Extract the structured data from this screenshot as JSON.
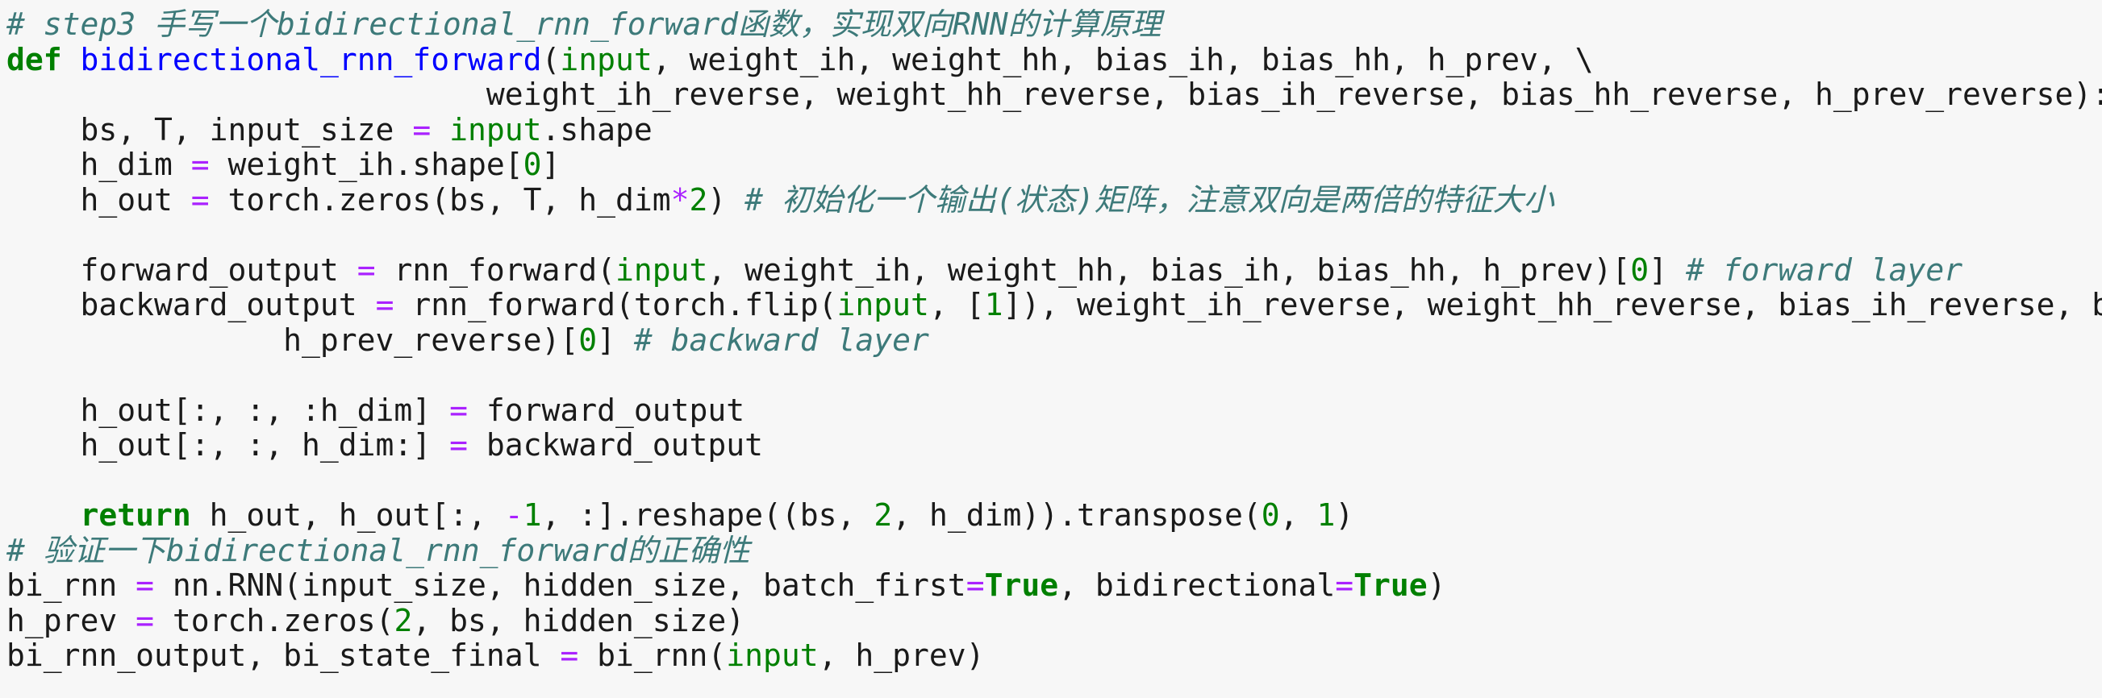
{
  "colors": {
    "background": "#f7f7f7",
    "text": "#1a1a1a",
    "keyword": "#008000",
    "function_name": "#0000ff",
    "comment": "#3d7a7a",
    "number": "#008000",
    "operator": "#aa22ff"
  },
  "lines": [
    [
      {
        "t": "# step3 手写一个bidirectional_rnn_forward函数，实现双向RNN的计算原理",
        "c": "cm"
      }
    ],
    [
      {
        "t": "def",
        "c": "kw"
      },
      {
        "t": " "
      },
      {
        "t": "bidirectional_rnn_forward",
        "c": "def"
      },
      {
        "t": "("
      },
      {
        "t": "input",
        "c": "builtin"
      },
      {
        "t": ", weight_ih, weight_hh, bias_ih, bias_hh, h_prev, \\"
      }
    ],
    [
      {
        "t": "                          weight_ih_reverse, weight_hh_reverse, bias_ih_reverse, bias_hh_reverse, h_prev_reverse):"
      }
    ],
    [
      {
        "t": "    bs, T, input_size "
      },
      {
        "t": "=",
        "c": "op"
      },
      {
        "t": " "
      },
      {
        "t": "input",
        "c": "builtin"
      },
      {
        "t": ".shape"
      }
    ],
    [
      {
        "t": "    h_dim "
      },
      {
        "t": "=",
        "c": "op"
      },
      {
        "t": " weight_ih.shape["
      },
      {
        "t": "0",
        "c": "num"
      },
      {
        "t": "]"
      }
    ],
    [
      {
        "t": "    h_out "
      },
      {
        "t": "=",
        "c": "op"
      },
      {
        "t": " torch.zeros(bs, T, h_dim"
      },
      {
        "t": "*",
        "c": "op"
      },
      {
        "t": "2",
        "c": "num"
      },
      {
        "t": ") "
      },
      {
        "t": "# 初始化一个输出(状态)矩阵，注意双向是两倍的特征大小",
        "c": "cm"
      }
    ],
    [
      {
        "t": ""
      }
    ],
    [
      {
        "t": "    forward_output "
      },
      {
        "t": "=",
        "c": "op"
      },
      {
        "t": " rnn_forward("
      },
      {
        "t": "input",
        "c": "builtin"
      },
      {
        "t": ", weight_ih, weight_hh, bias_ih, bias_hh, h_prev)["
      },
      {
        "t": "0",
        "c": "num"
      },
      {
        "t": "] "
      },
      {
        "t": "# forward layer",
        "c": "cm"
      }
    ],
    [
      {
        "t": "    backward_output "
      },
      {
        "t": "=",
        "c": "op"
      },
      {
        "t": " rnn_forward(torch.flip("
      },
      {
        "t": "input",
        "c": "builtin"
      },
      {
        "t": ", ["
      },
      {
        "t": "1",
        "c": "num"
      },
      {
        "t": "]), weight_ih_reverse, weight_hh_reverse, bias_ih_reverse, bias_h"
      }
    ],
    [
      {
        "t": "               h_prev_reverse)["
      },
      {
        "t": "0",
        "c": "num"
      },
      {
        "t": "] "
      },
      {
        "t": "# backward layer",
        "c": "cm"
      }
    ],
    [
      {
        "t": ""
      }
    ],
    [
      {
        "t": "    h_out[:, :, :h_dim] "
      },
      {
        "t": "=",
        "c": "op"
      },
      {
        "t": " forward_output"
      }
    ],
    [
      {
        "t": "    h_out[:, :, h_dim:] "
      },
      {
        "t": "=",
        "c": "op"
      },
      {
        "t": " backward_output"
      }
    ],
    [
      {
        "t": ""
      }
    ],
    [
      {
        "t": "    "
      },
      {
        "t": "return",
        "c": "kw"
      },
      {
        "t": " h_out, h_out[:, "
      },
      {
        "t": "-",
        "c": "op"
      },
      {
        "t": "1",
        "c": "num"
      },
      {
        "t": ", :].reshape((bs, "
      },
      {
        "t": "2",
        "c": "num"
      },
      {
        "t": ", h_dim)).transpose("
      },
      {
        "t": "0",
        "c": "num"
      },
      {
        "t": ", "
      },
      {
        "t": "1",
        "c": "num"
      },
      {
        "t": ")"
      }
    ],
    [
      {
        "t": "# 验证一下bidirectional_rnn_forward的正确性",
        "c": "cm"
      }
    ],
    [
      {
        "t": "bi_rnn "
      },
      {
        "t": "=",
        "c": "op"
      },
      {
        "t": " nn.RNN(input_size, hidden_size, batch_first"
      },
      {
        "t": "=",
        "c": "op"
      },
      {
        "t": "True",
        "c": "bool"
      },
      {
        "t": ", bidirectional"
      },
      {
        "t": "=",
        "c": "op"
      },
      {
        "t": "True",
        "c": "bool"
      },
      {
        "t": ")"
      }
    ],
    [
      {
        "t": "h_prev "
      },
      {
        "t": "=",
        "c": "op"
      },
      {
        "t": " torch.zeros("
      },
      {
        "t": "2",
        "c": "num"
      },
      {
        "t": ", bs, hidden_size)"
      }
    ],
    [
      {
        "t": "bi_rnn_output, bi_state_final "
      },
      {
        "t": "=",
        "c": "op"
      },
      {
        "t": " bi_rnn("
      },
      {
        "t": "input",
        "c": "builtin"
      },
      {
        "t": ", h_prev)"
      }
    ]
  ]
}
